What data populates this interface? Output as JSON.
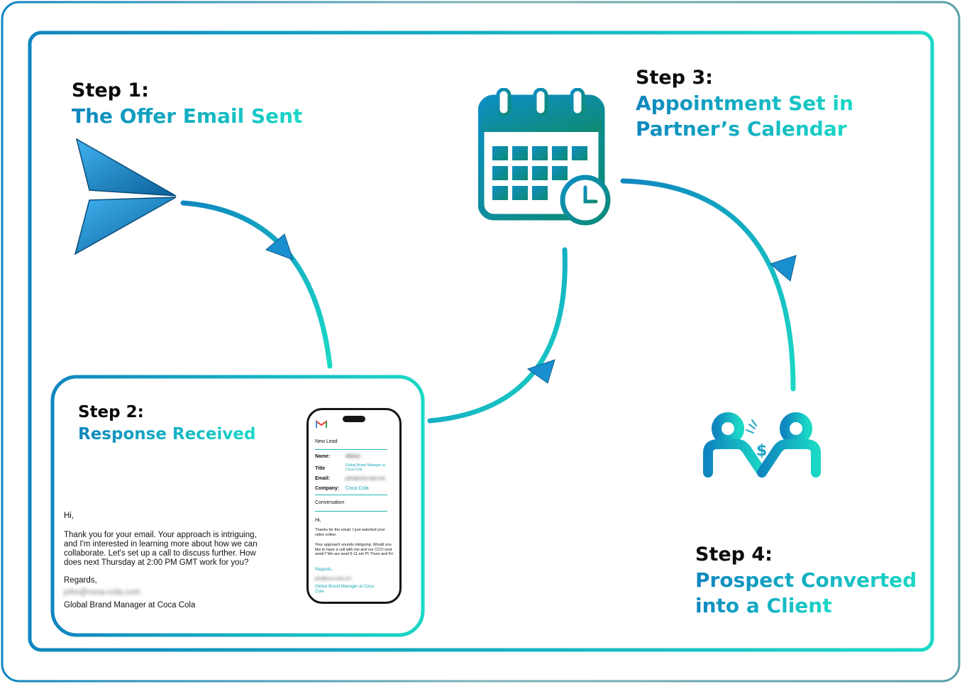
{
  "colors": {
    "accent_blue": "#0f86bf",
    "accent_teal": "#1bd8c6",
    "text_dark": "#0b0b0b"
  },
  "steps": {
    "step1": {
      "label": "Step 1:",
      "title": "The Offer Email Sent",
      "icon": "send-arrow-icon"
    },
    "step2": {
      "label": "Step 2:",
      "title": "Response Received"
    },
    "step3": {
      "label": "Step 3:",
      "title_line1": "Appointment Set in",
      "title_line2": "Partner’s Calendar",
      "icon": "calendar-clock-icon"
    },
    "step4": {
      "label": "Step 4:",
      "title_line1": "Prospect Converted",
      "title_line2": "into a Client",
      "icon": "handshake-dollar-icon"
    }
  },
  "email": {
    "greeting": "Hi,",
    "body": "Thank you for your email. Your approach is intriguing, and I'm interested in learning more about how we can collaborate. Let's set up a call to discuss further. How does next Thursday at 2:00 PM GMT work for you?",
    "signoff": "Regards,",
    "sender_email": "john@coca-cola.com",
    "sender_title": "Global Brand Manager at Coca Cola"
  },
  "phone": {
    "app_icon": "gmail-icon",
    "header": "New Lead",
    "fields": [
      {
        "label": "Name:",
        "value": "Wilson"
      },
      {
        "label": "Title",
        "value": "Global Brand Manager at Coca Cola"
      },
      {
        "label": "Email:",
        "value": "john@coca-cola.com"
      },
      {
        "label": "Company:",
        "value": "Coca Cola"
      }
    ],
    "conversation_header": "Conversation",
    "greeting": "Hi,",
    "para1": "Thanks for the email. I just watched your video online.",
    "para2": "Your approach sounds intriguing. Would you like to have a call with me and our CCO next week? We are avail 9-11 am Pt Thurs and Fri",
    "signoff": "Regards,",
    "sig_email": "john@coca-cola.com",
    "sig_title": "Global Brand Manager at Coca Cola"
  }
}
